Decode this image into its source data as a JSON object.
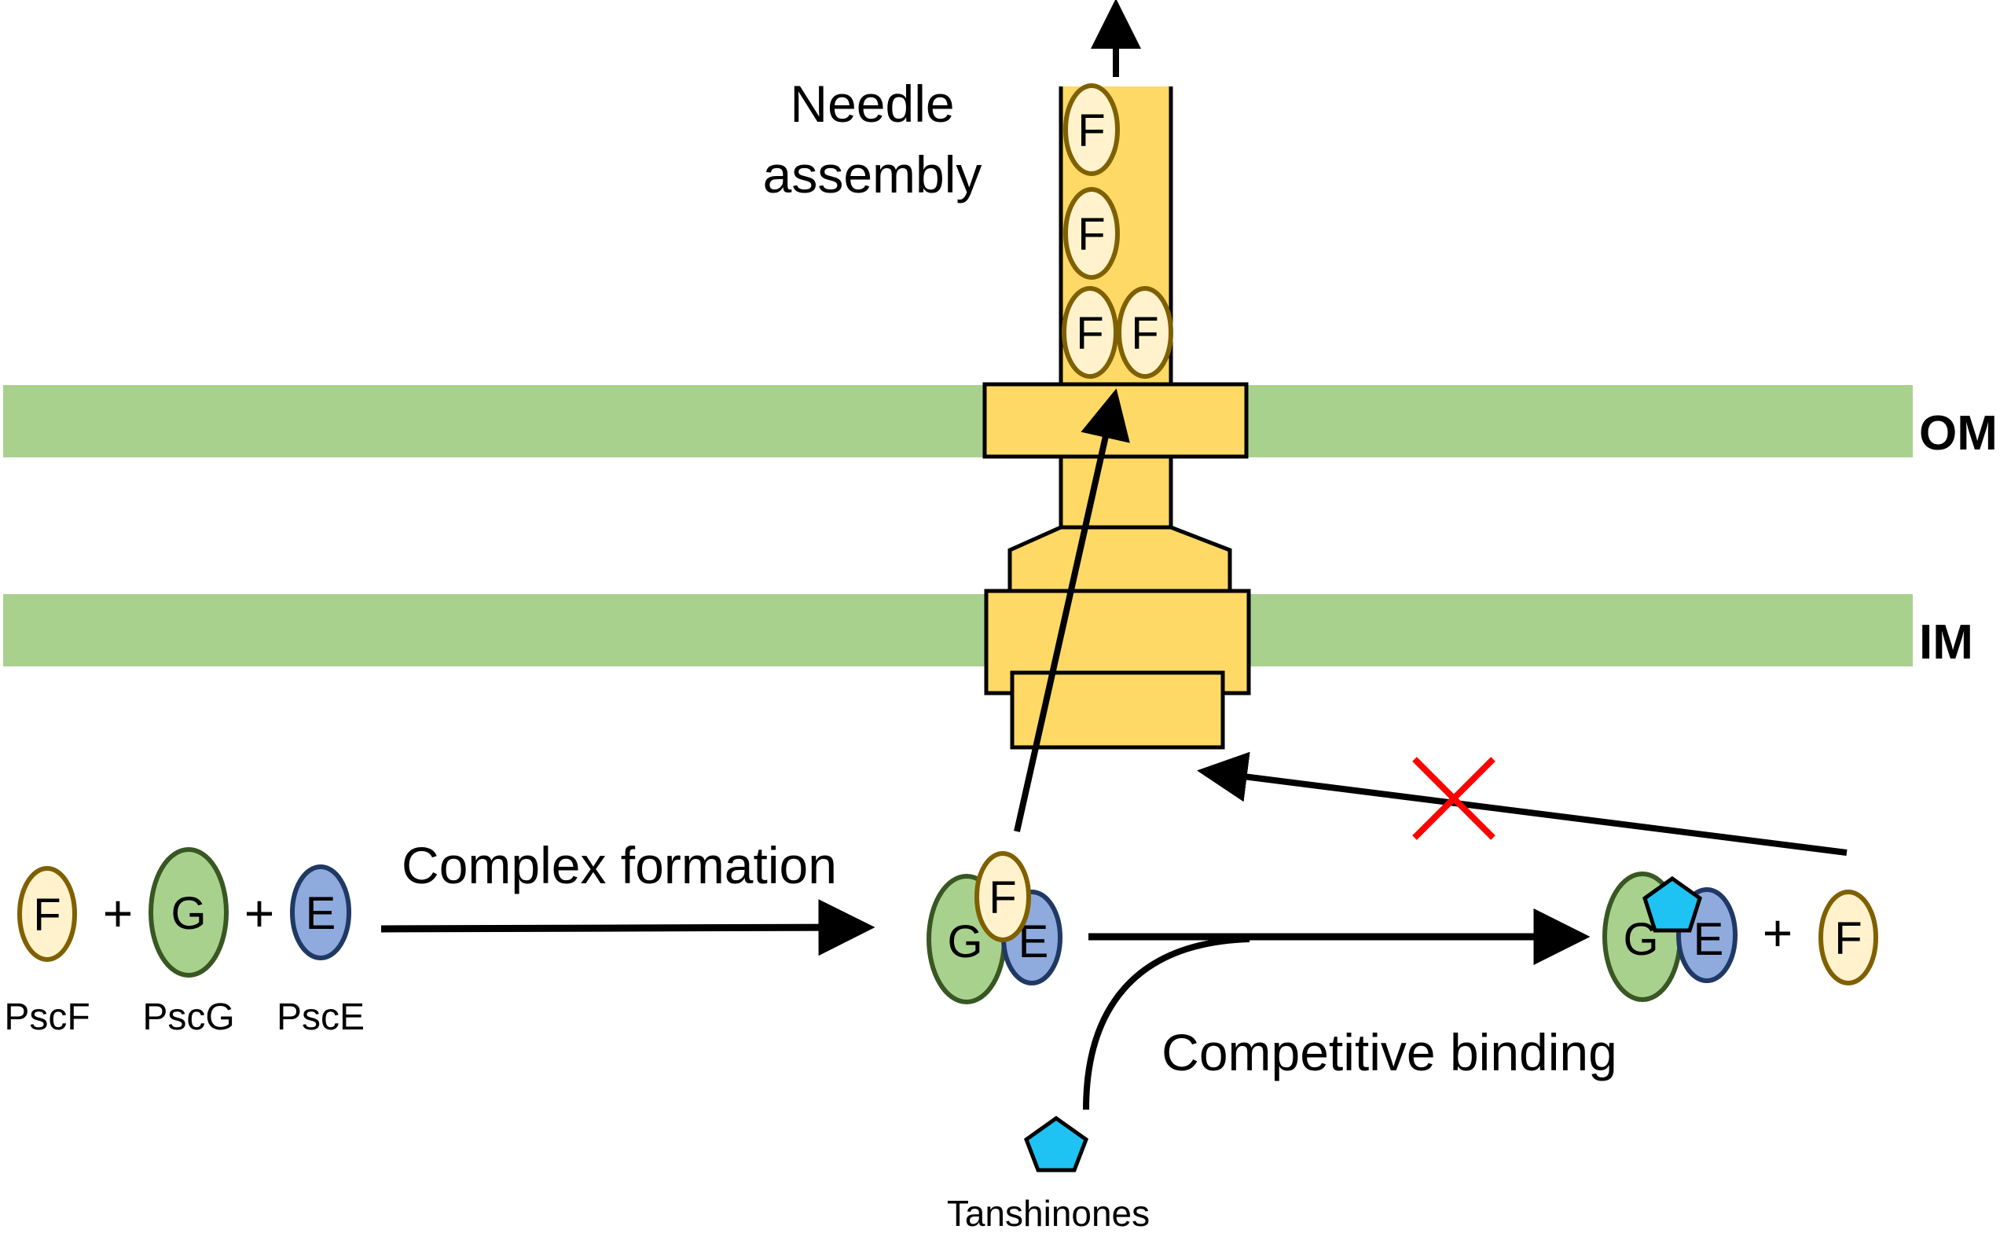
{
  "labels": {
    "needle_line1": "Needle",
    "needle_line2": "assembly",
    "outer_membrane": "OM",
    "inner_membrane": "IM",
    "complex_formation": "Complex formation",
    "competitive_binding": "Competitive binding",
    "tanshinones": "Tanshinones",
    "plus": "+"
  },
  "proteins": {
    "f": {
      "letter": "F",
      "name": "PscF"
    },
    "g": {
      "letter": "G",
      "name": "PscG"
    },
    "e": {
      "letter": "E",
      "name": "PscE"
    }
  },
  "colors": {
    "membrane": "#a9d18e",
    "apparatus": "#ffd966",
    "pscf_fill": "#fff2cc",
    "pscf_stroke": "#7f6000",
    "pscg_fill": "#a9d18e",
    "pscg_stroke": "#385723",
    "psce_fill": "#8faadc",
    "psce_stroke": "#203864",
    "tanshinone_fill": "#1fc3f3",
    "block_mark": "#ff0000"
  },
  "icons": {
    "tanshinone": "pentagon-icon",
    "blocked": "red-cross-icon"
  }
}
